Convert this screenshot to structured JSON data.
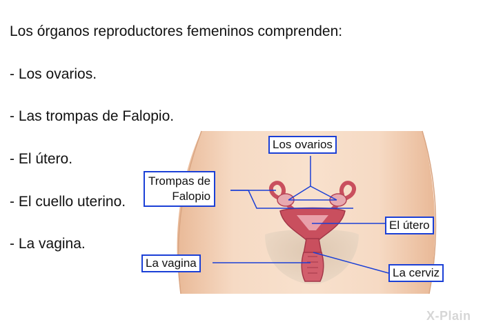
{
  "intro": "Los órganos reproductores femeninos comprenden:",
  "list": [
    "- Los ovarios.",
    "- Las trompas de Falopio.",
    "- El útero.",
    "- El cuello uterino.",
    "- La vagina."
  ],
  "labels": {
    "ovarios": "Los ovarios",
    "trompas_line1": "Trompas de",
    "trompas_line2": "Falopio",
    "utero": "El útero",
    "vagina": "La vagina",
    "cerviz": "La cerviz"
  },
  "logo": "X-Plain",
  "colors": {
    "callout_border": "#1a3fd6",
    "skin": "#f3d1b5",
    "organ": "#c94f5e"
  }
}
